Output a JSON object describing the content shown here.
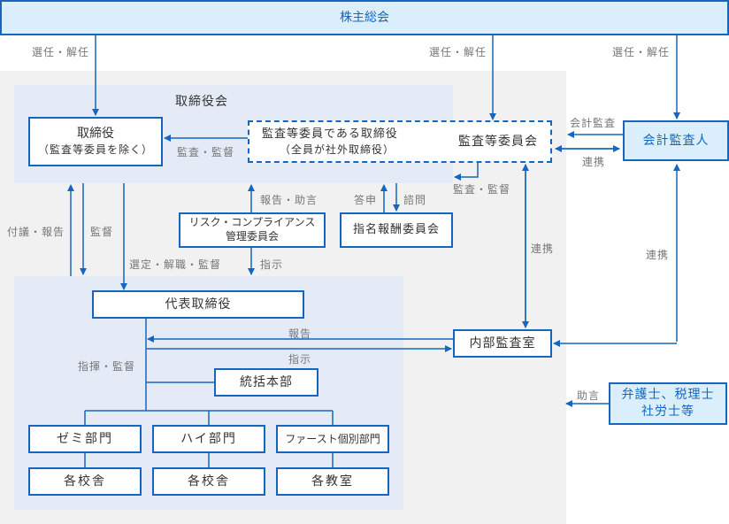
{
  "colors": {
    "line": "#1566bf",
    "box_border": "#1566bf",
    "highlight_bg": "#dbeefc",
    "board_bg": "#e4ebf7",
    "area_bg": "#f1f1f1",
    "label": "#777777"
  },
  "nodes": {
    "shareholders_meeting": "株主総会",
    "board_title": "取締役会",
    "directors_title": "取締役",
    "directors_sub": "（監査等委員を除く）",
    "audit_members_title": "監査等委員である取締役",
    "audit_members_sub": "（全員が社外取締役）",
    "audit_committee": "監査等委員会",
    "accounting_auditor": "会計監査人",
    "risk_committee_line1": "リスク・コンプライアンス",
    "risk_committee_line2": "管理委員会",
    "nomination_committee": "指名報酬委員会",
    "representative_director": "代表取締役",
    "internal_audit": "内部監査室",
    "general_hq": "統括本部",
    "dept_zemi": "ゼミ部門",
    "dept_high": "ハイ部門",
    "dept_first": "ファースト個別部門",
    "unit_zemi": "各校舎",
    "unit_high": "各校舎",
    "unit_first": "各教室",
    "advisors_line1": "弁護士、税理士",
    "advisors_line2": "社労士等"
  },
  "edge_labels": {
    "elect_1": "選任・解任",
    "elect_2": "選任・解任",
    "elect_3": "選任・解任",
    "audit_supervise_1": "監査・監督",
    "accounting_audit": "会計監査",
    "coordination_1": "連携",
    "audit_supervise_2": "監査・監督",
    "report_advice": "報告・助言",
    "report_answer": "答申",
    "consult": "諮問",
    "propose_report": "付議・報告",
    "supervise": "監督",
    "select_dismiss": "選定・解職・監督",
    "instruct_1": "指示",
    "coordination_2": "連携",
    "coordination_3": "連携",
    "report": "報告",
    "instruct_2": "指示",
    "command_supervise": "指揮・監督",
    "advice": "助言"
  }
}
